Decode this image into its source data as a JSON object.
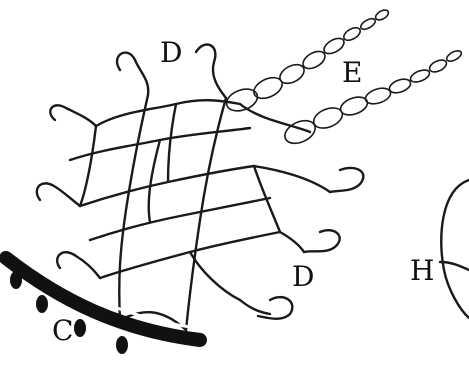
{
  "figure": {
    "labels": {
      "D_top": "D",
      "E": "E",
      "D_bottom": "D",
      "C": "C",
      "H": "H"
    }
  }
}
